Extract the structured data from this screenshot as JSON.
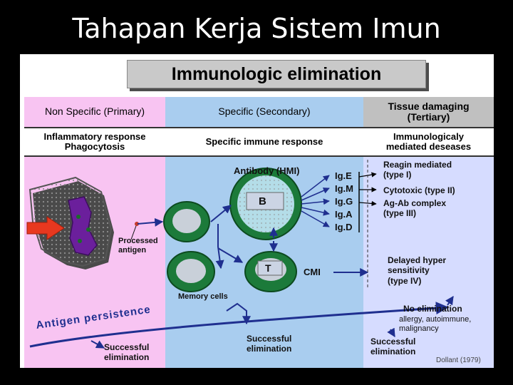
{
  "slide": {
    "title": "Tahapan Kerja Sistem Imun"
  },
  "figure": {
    "banner": "Immunologic elimination",
    "columns": {
      "primary": "Non Specific (Primary)",
      "secondary": "Specific (Secondary)",
      "tertiary_line1": "Tissue damaging",
      "tertiary_line2": "(Tertiary)"
    },
    "subheaders": {
      "primary_line1": "Inflammatory response",
      "primary_line2": "Phagocytosis",
      "secondary": "Specific immune response",
      "tertiary_line1": "Immunologicaly",
      "tertiary_line2": "mediated deseases"
    },
    "labels": {
      "antibody": "Antibody (HMI)",
      "b_cell": "B",
      "t_cell": "T",
      "cmi": "CMI",
      "processed_line1": "Processed",
      "processed_line2": "antigen",
      "memory": "Memory cells",
      "persistence": "Antigen persistence",
      "success_left_1": "Successful",
      "success_left_2": "elimination",
      "success_mid_1": "Successful",
      "success_mid_2": "elimination",
      "success_right_1": "Successful",
      "success_right_2": "elimination",
      "no_elim": "No elimination",
      "no_elim_sub1": "allergy, autoimmune,",
      "no_elim_sub2": "malignancy",
      "credit": "Dollant (1979)"
    },
    "immunoglobulins": [
      "Ig.E",
      "Ig.M",
      "Ig.G",
      "Ig.A",
      "Ig.D"
    ],
    "reactions": {
      "type1_line1": "Reagin mediated",
      "type1_line2": "(type I)",
      "type2": "Cytotoxic (type II)",
      "type3_line1": "Ag-Ab complex",
      "type3_line2": "(type III)",
      "type4_line1": "Delayed hyper",
      "type4_line2": "sensitivity",
      "type4_line3": "(type IV)"
    }
  }
}
